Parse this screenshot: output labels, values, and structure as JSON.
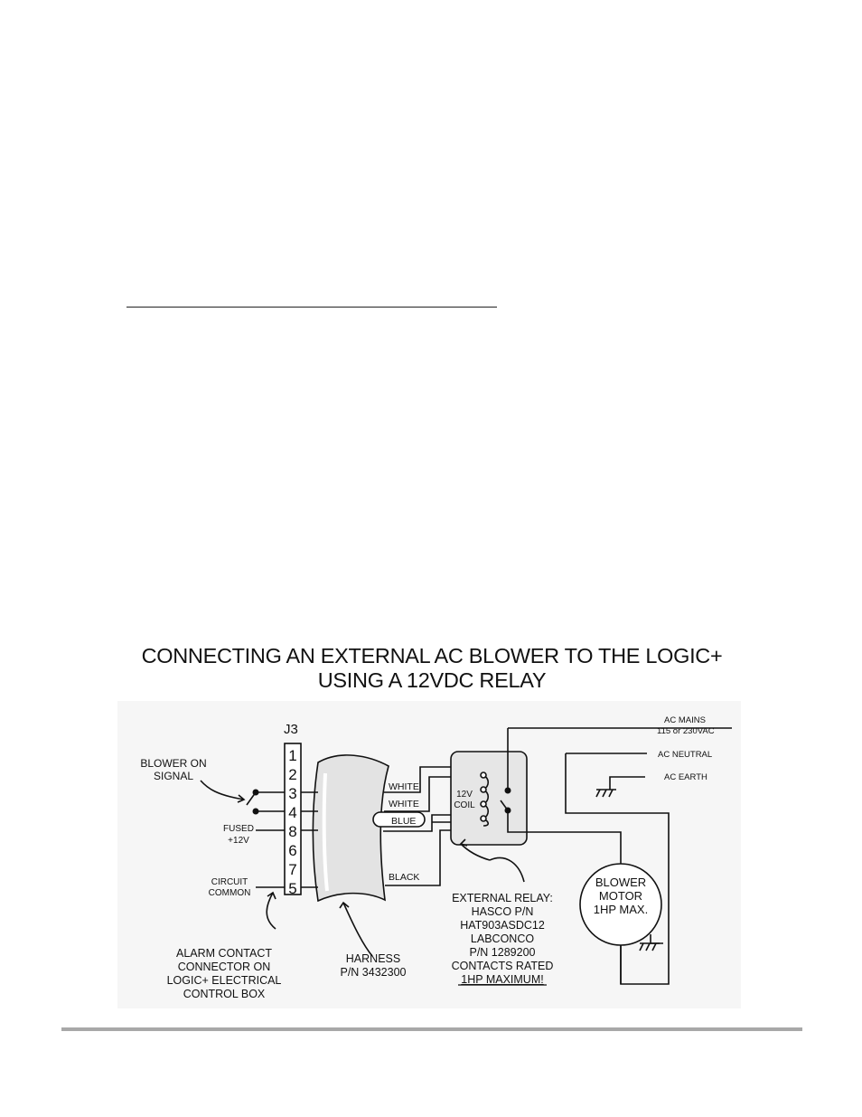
{
  "title": {
    "line1": "CONNECTING AN EXTERNAL AC BLOWER TO THE LOGIC+",
    "line2": "USING A 12VDC RELAY"
  },
  "connector": {
    "name": "J3",
    "pins": [
      "1",
      "2",
      "3",
      "4",
      "8",
      "6",
      "7",
      "5"
    ]
  },
  "labels": {
    "blower_on_1": "BLOWER ON",
    "blower_on_2": "SIGNAL",
    "fused_1": "FUSED",
    "fused_2": "+12V",
    "circuit_1": "CIRCUIT",
    "circuit_2": "COMMON",
    "alarm_1": "ALARM CONTACT",
    "alarm_2": "CONNECTOR ON",
    "alarm_3": "LOGIC+ ELECTRICAL",
    "alarm_4": "CONTROL BOX",
    "harness_1": "HARNESS",
    "harness_2": "P/N 3432300",
    "coil_1": "12V",
    "coil_2": "COIL",
    "relay_1": "EXTERNAL RELAY:",
    "relay_2": "HASCO P/N",
    "relay_3": "HAT903ASDC12",
    "relay_4": "LABCONCO",
    "relay_5": "P/N 1289200",
    "relay_6": "CONTACTS RATED",
    "relay_7": "1HP MAXIMUM!",
    "motor_1": "BLOWER",
    "motor_2": "MOTOR",
    "motor_3": "1HP MAX.",
    "ac_mains_1": "AC MAINS",
    "ac_mains_2": "115 or 230VAC",
    "ac_neutral": "AC NEUTRAL",
    "ac_earth": "AC EARTH"
  },
  "wires": {
    "white_1": "WHITE",
    "white_2": "WHITE",
    "blue": "BLUE",
    "black": "BLACK"
  }
}
